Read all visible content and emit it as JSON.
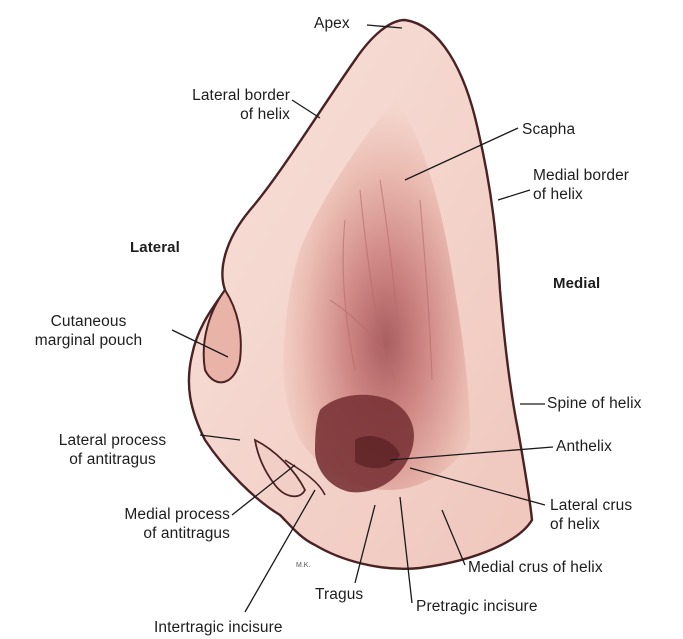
{
  "labels": {
    "apex": "Apex",
    "lateral_border": [
      "Lateral border",
      "of helix"
    ],
    "scapha": "Scapha",
    "medial_border": [
      "Medial border",
      "of helix"
    ],
    "lateral": "Lateral",
    "medial": "Medial",
    "cutaneous_pouch": [
      "Cutaneous",
      "marginal pouch"
    ],
    "spine_of_helix": "Spine of helix",
    "lateral_process": [
      "Lateral process",
      "of antitragus"
    ],
    "anthelix": "Anthelix",
    "medial_process": [
      "Medial process",
      "of antitragus"
    ],
    "lateral_crus": [
      "Lateral crus",
      "of helix"
    ],
    "medial_crus": "Medial crus of helix",
    "tragus": "Tragus",
    "pretragic_incisure": "Pretragic incisure",
    "intertragic_incisure": "Intertragic incisure",
    "artist_mark": "M.K."
  },
  "colors": {
    "skin_outer": "#f6dcd5",
    "skin_mid": "#eab9b0",
    "skin_deep": "#b85e62",
    "shadow": "#6e2c2e",
    "line": "#1a1a1a"
  }
}
